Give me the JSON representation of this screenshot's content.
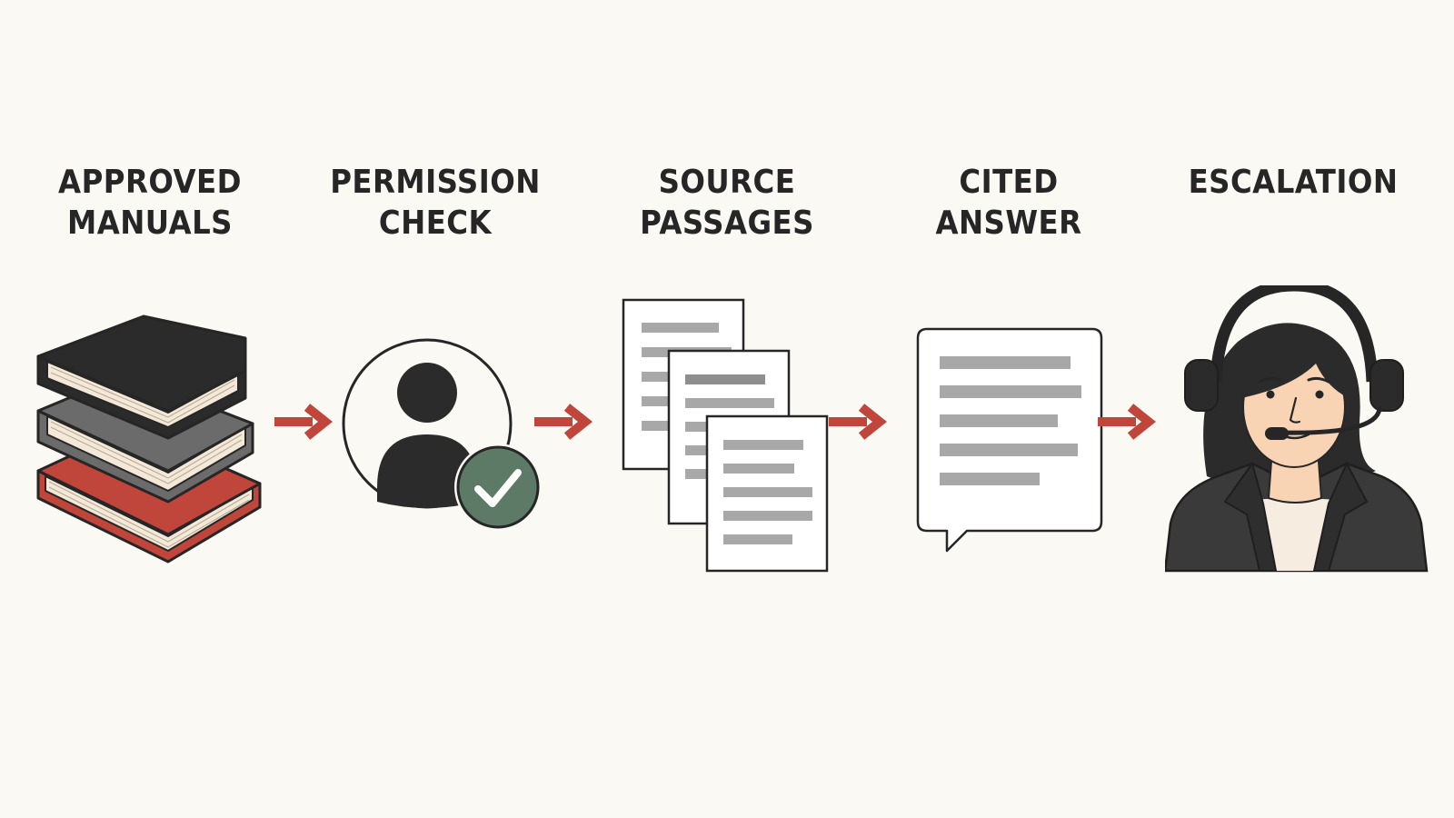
{
  "diagram": {
    "steps": [
      {
        "label": "APPROVED\nMANUALS",
        "icon": "book-stack-icon"
      },
      {
        "label": "PERMISSION\nCHECK",
        "icon": "user-check-icon"
      },
      {
        "label": "SOURCE\nPASSAGES",
        "icon": "documents-icon"
      },
      {
        "label": "CITED\nANSWER",
        "icon": "speech-bubble-icon"
      },
      {
        "label": "ESCALATION",
        "icon": "support-agent-icon"
      }
    ],
    "connector_icon": "right-arrow-icon",
    "colors": {
      "background": "#fbf9f4",
      "ink": "#262626",
      "arrow": "#c0453b",
      "check_badge": "#5d7a66",
      "red_book": "#c0453b",
      "text_lines": "#a8a8a8",
      "skin": "#f8d3b4"
    }
  }
}
